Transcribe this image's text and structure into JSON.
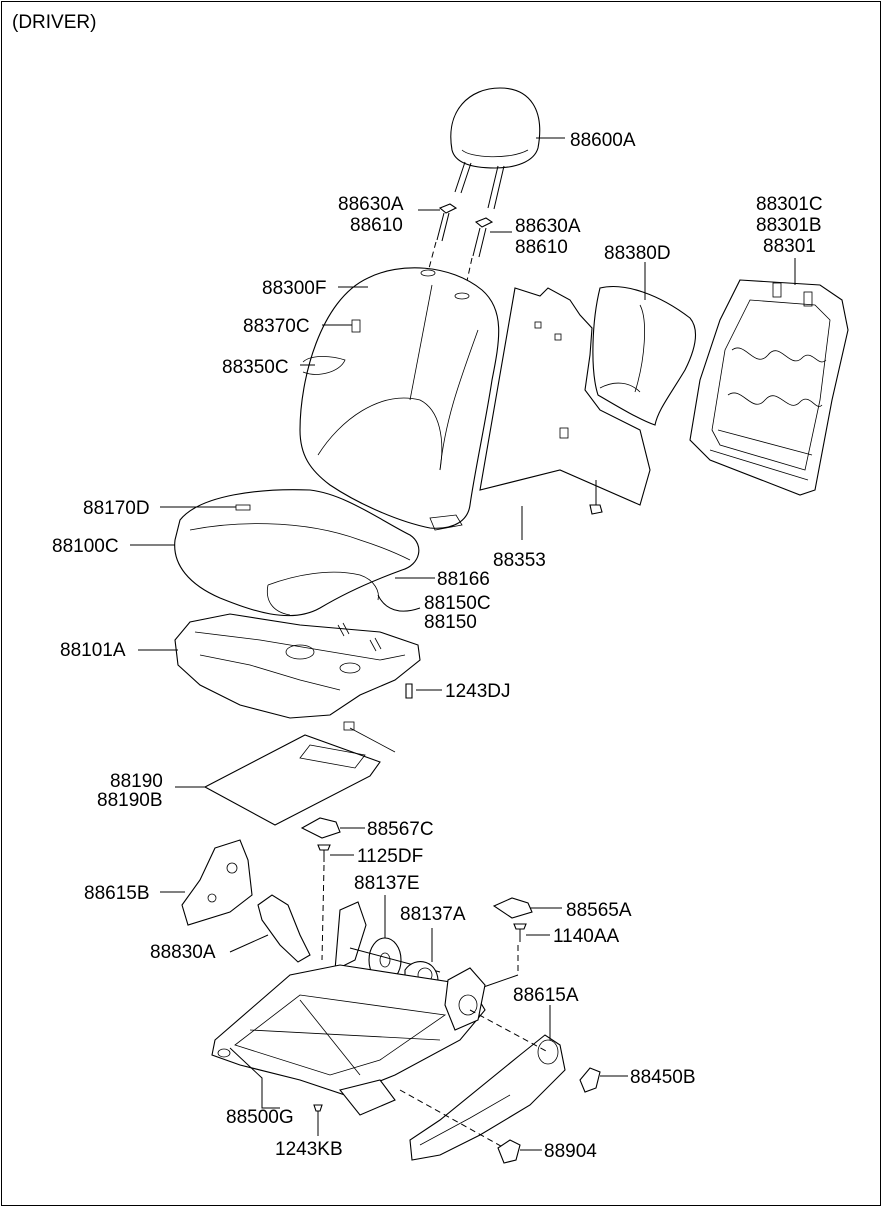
{
  "header": {
    "title": "(DRIVER)"
  },
  "parts": {
    "headrest": "88600A",
    "guide_left_1": "88630A",
    "guide_left_2": "88610",
    "guide_right_1": "88630A",
    "guide_right_2": "88610",
    "back_frame_1": "88301C",
    "back_frame_2": "88301B",
    "back_frame_3": "88301",
    "back_pad": "88380D",
    "back_cover": "88300F",
    "back_bracket": "88370C",
    "back_trim": "88350C",
    "back_board": "88353",
    "cushion_clip": "88170D",
    "cushion_cover": "88100C",
    "cushion_side": "88166",
    "cushion_pad_1": "88150C",
    "cushion_pad_2": "88150",
    "cushion_frame": "88101A",
    "screw_dj": "1243DJ",
    "heater_1": "88190",
    "heater_2": "88190B",
    "cover_c": "88567C",
    "bolt_df": "1125DF",
    "recliner_e": "88137E",
    "shield_b": "88615B",
    "recliner_a": "88137A",
    "cover_a": "88565A",
    "bolt_aa": "1140AA",
    "buckle": "88830A",
    "shield_a": "88615A",
    "knob": "88450B",
    "track": "88500G",
    "screw_kb": "1243KB",
    "cap": "88904"
  }
}
